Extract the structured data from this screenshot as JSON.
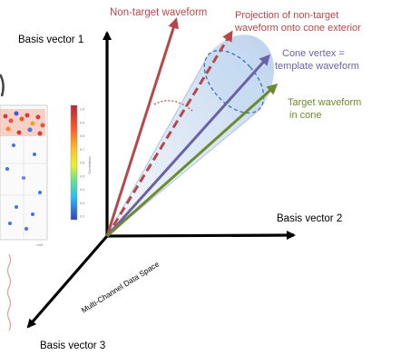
{
  "labels": {
    "basis1": "Basis vector 1",
    "basis2": "Basis vector 2",
    "basis3": "Basis vector 3",
    "data_space": "Multi-Channel Data Space",
    "nontarget": "Non-target waveform",
    "projection_line1": "Projection of non-target",
    "projection_line2": "waveform onto cone exterior",
    "cone_vertex_line1": "Cone vertex =",
    "cone_vertex_line2": "template waveform",
    "target_line1": "Target waveform",
    "target_line2": "in cone"
  },
  "colors": {
    "axis": "#000000",
    "nontarget": "#b5484a",
    "cone_vertex": "#6b62a6",
    "target": "#6e8a2e",
    "cone_fill": "#c9dcf0",
    "cone_outline": "#3d72b4"
  },
  "inset_colorbar_ticks": [
    "1.0",
    "0.9",
    "0.8",
    "0.7",
    "0.6",
    "0.5",
    "0.4",
    "0.3",
    "0.2"
  ],
  "inset_colorbar_label": "Correlation",
  "inset_xlabel": "Unit"
}
